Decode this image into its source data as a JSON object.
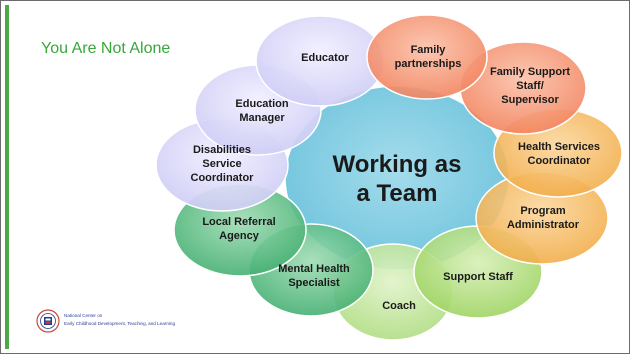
{
  "slide": {
    "title": "You Are Not Alone",
    "center_text_line1": "Working as",
    "center_text_line2": "a Team"
  },
  "roles": {
    "educator": {
      "lines": [
        "Educator"
      ],
      "color": "#cfcdf5"
    },
    "family_partnerships": {
      "lines": [
        "Family",
        "partnerships"
      ],
      "color": "#f59a7a"
    },
    "family_support": {
      "lines": [
        "Family Support",
        "Staff/",
        "Supervisor"
      ],
      "color": "#f59a7a"
    },
    "education_manager": {
      "lines": [
        "Education",
        "Manager"
      ],
      "color": "#cfcdf5"
    },
    "health_services": {
      "lines": [
        "Health Services",
        "Coordinator"
      ],
      "color": "#f5b85c"
    },
    "disabilities": {
      "lines": [
        "Disabilities",
        "Service",
        "Coordinator"
      ],
      "color": "#cfcdf5"
    },
    "program_admin": {
      "lines": [
        "Program",
        "Administrator"
      ],
      "color": "#f5b85c"
    },
    "local_referral": {
      "lines": [
        "Local Referral",
        "Agency"
      ],
      "color": "#5dbd86"
    },
    "mental_health": {
      "lines": [
        "Mental Health",
        "Specialist"
      ],
      "color": "#5dbd86"
    },
    "support_staff": {
      "lines": [
        "Support Staff"
      ],
      "color": "#a7d872"
    },
    "coach": {
      "lines": [
        "Coach"
      ],
      "color": "#b5e08f"
    }
  },
  "logo": {
    "line1": "National Center on",
    "line2": "Early Childhood Development, Teaching, and Learning"
  },
  "colors": {
    "title_green": "#37a83a",
    "center_blue": "#7ccbe0"
  }
}
